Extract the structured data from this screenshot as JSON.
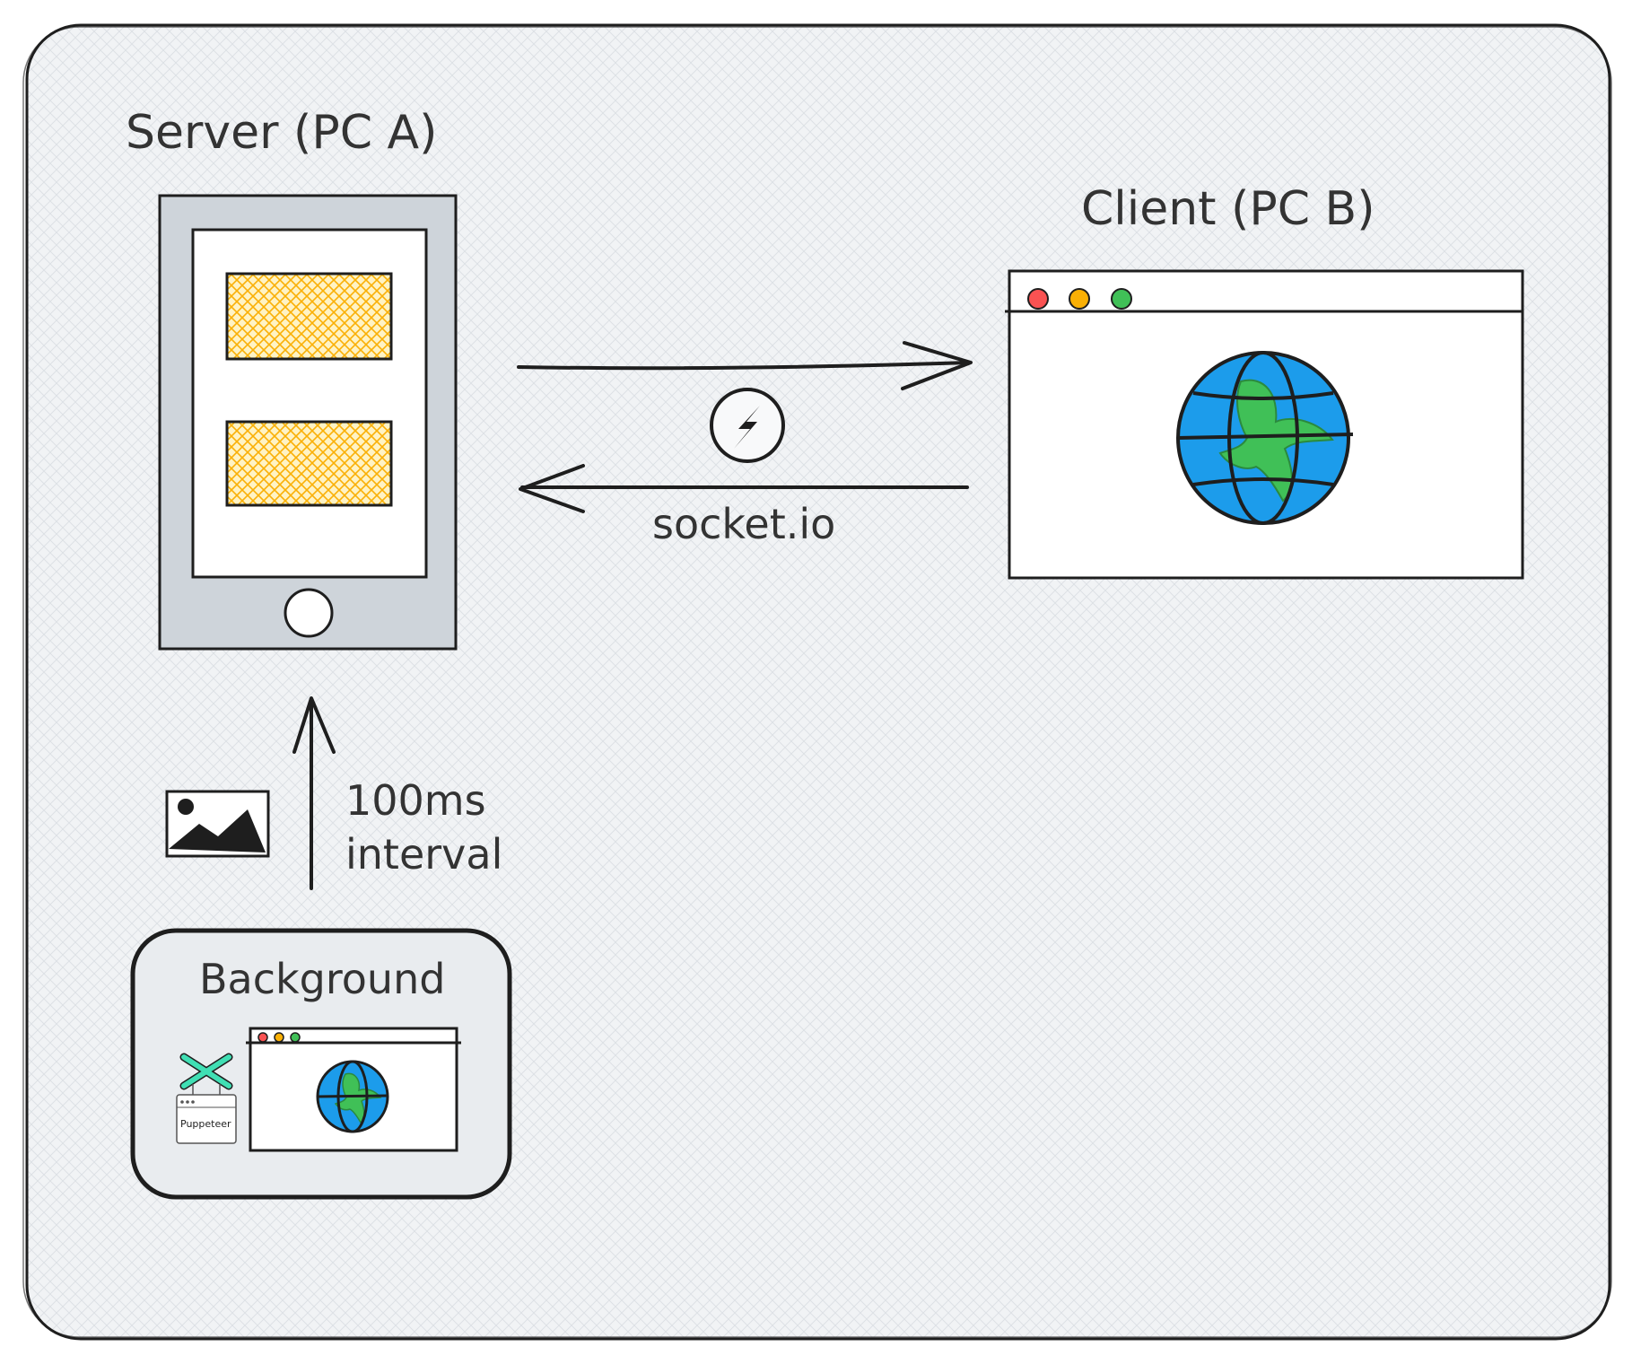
{
  "server": {
    "title": "Server (PC A)"
  },
  "client": {
    "title": "Client (PC B)"
  },
  "connection": {
    "label": "socket.io",
    "icon": "socketio-icon"
  },
  "capture": {
    "interval_line1": "100ms",
    "interval_line2": "interval",
    "icon": "image-icon"
  },
  "background": {
    "title": "Background",
    "puppeteer_label": "Puppeteer"
  },
  "colors": {
    "panel_bg": "#f1f3f5",
    "device_gray": "#ced4da",
    "card_yellow": "#fab005",
    "globe_blue": "#1c9ceb",
    "globe_green": "#40c057",
    "dot_red": "#fa5252",
    "dot_yellow": "#fab005",
    "dot_green": "#40c057",
    "puppeteer_teal": "#40dfb4"
  }
}
